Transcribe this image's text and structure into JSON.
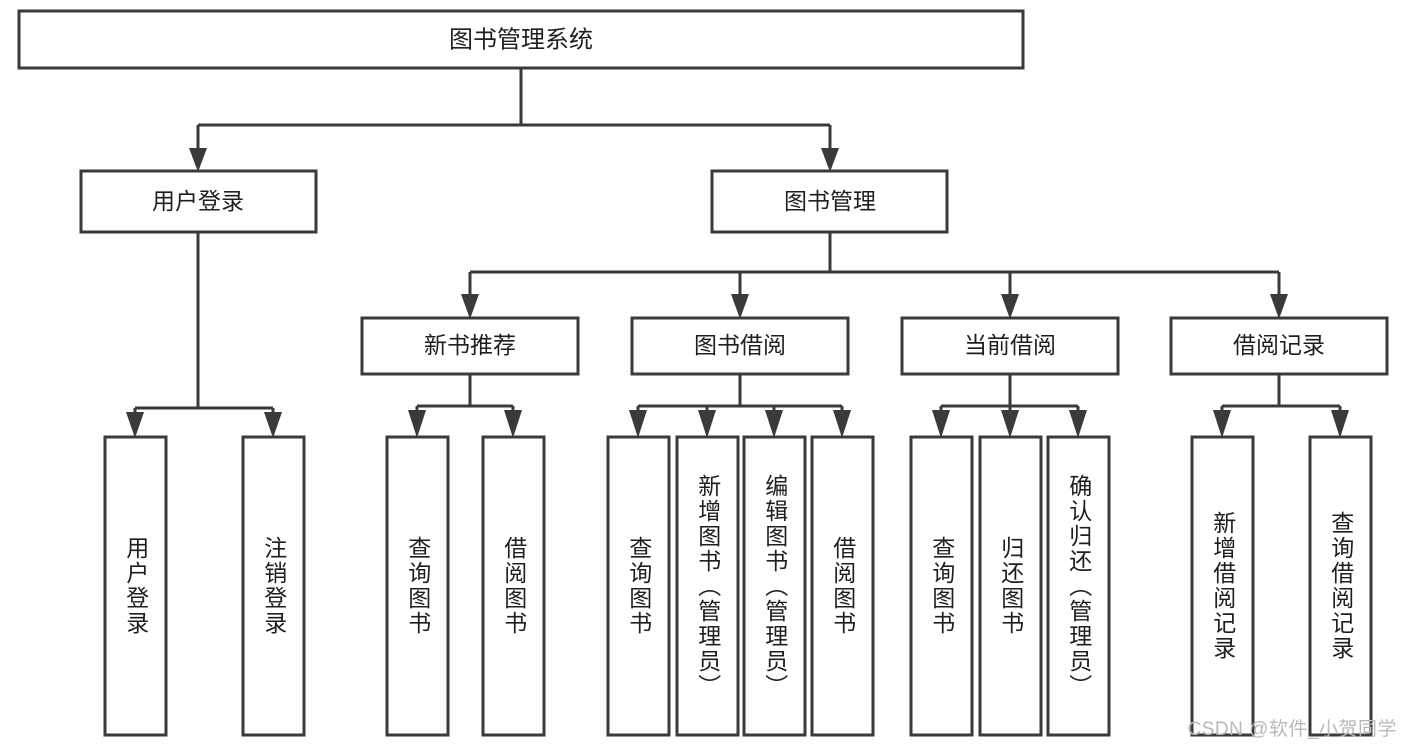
{
  "diagram": {
    "type": "tree-hierarchy-diagram",
    "title": "图书管理系统",
    "orientation": "top-down",
    "colors": {
      "box_stroke": "#3a3a3a",
      "box_fill": "#ffffff",
      "connector": "#3a3a3a",
      "text": "#1f1f1f",
      "watermark": "#b9b9b9",
      "background": "#ffffff"
    }
  },
  "root": {
    "label": "图书管理系统"
  },
  "level2": [
    {
      "label": "用户登录"
    },
    {
      "label": "图书管理"
    }
  ],
  "level3": [
    {
      "label": "新书推荐"
    },
    {
      "label": "图书借阅"
    },
    {
      "label": "当前借阅"
    },
    {
      "label": "借阅记录"
    }
  ],
  "leaves": {
    "user_login": [
      {
        "label": "用户登录"
      },
      {
        "label": "注销登录"
      }
    ],
    "new_book_recommend": [
      {
        "label": "查询图书"
      },
      {
        "label": "借阅图书"
      }
    ],
    "book_borrow": [
      {
        "label": "查询图书"
      },
      {
        "label": "新增图书（管理员）"
      },
      {
        "label": "编辑图书（管理员）"
      },
      {
        "label": "借阅图书"
      }
    ],
    "current_borrow": [
      {
        "label": "查询图书"
      },
      {
        "label": "归还图书"
      },
      {
        "label": "确认归还（管理员）"
      }
    ],
    "borrow_record": [
      {
        "label": "新增借阅记录"
      },
      {
        "label": "查询借阅记录"
      }
    ]
  },
  "watermark": {
    "text": "CSDN @软件_小贺同学"
  }
}
